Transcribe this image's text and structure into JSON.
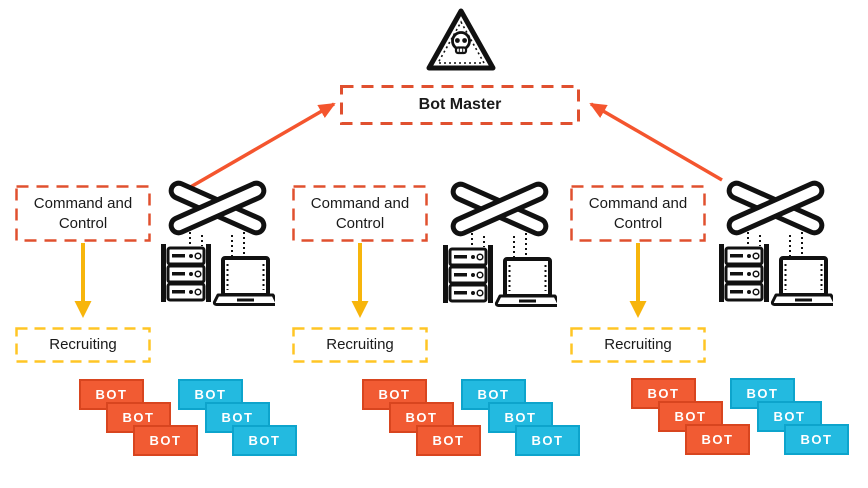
{
  "diagram": {
    "bot_master_label": "Bot Master",
    "columns": [
      {
        "cnc_label": "Command and\nControl",
        "recruiting_label": "Recruiting",
        "bots": [
          "BOT",
          "BOT",
          "BOT",
          "BOT",
          "BOT",
          "BOT"
        ]
      },
      {
        "cnc_label": "Command and\nControl",
        "recruiting_label": "Recruiting",
        "bots": [
          "BOT",
          "BOT",
          "BOT",
          "BOT",
          "BOT",
          "BOT"
        ]
      },
      {
        "cnc_label": "Command and\nControl",
        "recruiting_label": "Recruiting",
        "bots": [
          "BOT",
          "BOT",
          "BOT",
          "BOT",
          "BOT",
          "BOT"
        ]
      }
    ],
    "icons": {
      "warning": "skull-warning-icon",
      "switch": "network-switch-icon",
      "server": "server-rack-icon",
      "laptop": "laptop-icon"
    }
  },
  "colors": {
    "dash_red": "#E0502F",
    "arrow_red": "#F4552E",
    "dash_yellow": "#FFC525",
    "arrow_yellow": "#F7B50C",
    "bot_orange": "#F15B33",
    "bot_orange_border": "#D8451F",
    "bot_cyan": "#23BAE0",
    "bot_cyan_border": "#0DA4CC",
    "ink": "#111111",
    "text": "#1A1A1A",
    "background": "#FFFFFF"
  }
}
